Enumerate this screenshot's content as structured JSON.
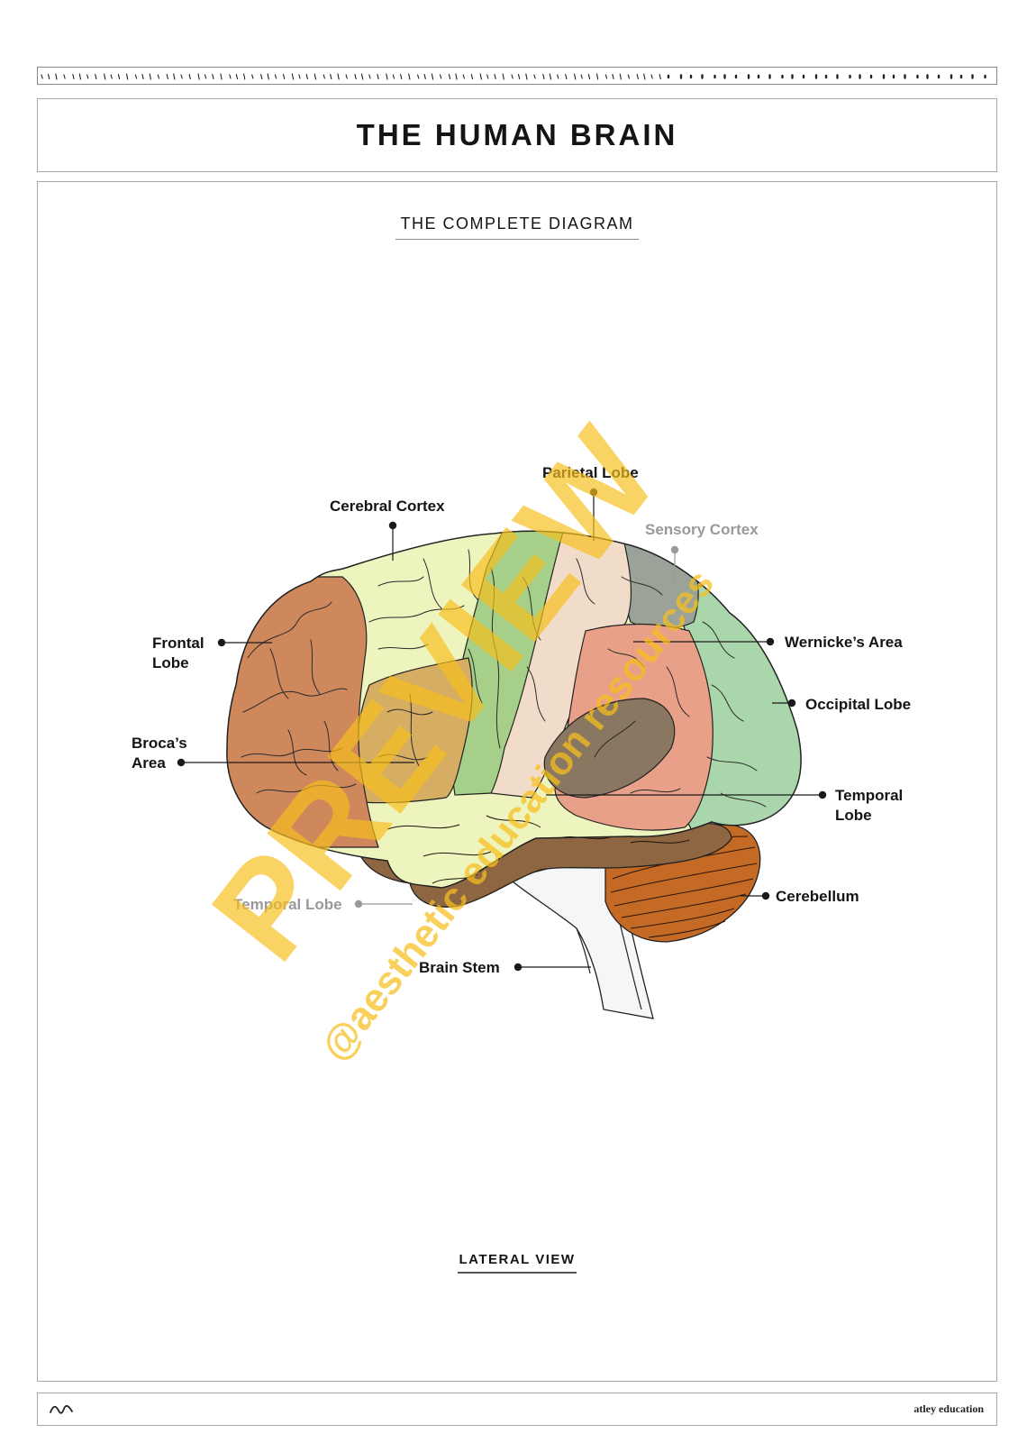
{
  "page": {
    "title": "THE HUMAN BRAIN",
    "subtitle": "THE COMPLETE DIAGRAM",
    "view_label": "LATERAL VIEW",
    "brand": "atley education"
  },
  "labels": {
    "parietal_lobe": "Parietal Lobe",
    "cerebral_cortex": "Cerebral Cortex",
    "sensory_cortex": "Sensory Cortex",
    "frontal_lobe_1": "Frontal",
    "frontal_lobe_2": "Lobe",
    "wernickes_area": "Wernicke’s Area",
    "occipital_lobe": "Occipital Lobe",
    "brocas_area_1": "Broca’s",
    "brocas_area_2": "Area",
    "temporal_lobe_right_1": "Temporal",
    "temporal_lobe_right_2": "Lobe",
    "temporal_lobe_left": "Temporal Lobe",
    "cerebellum": "Cerebellum",
    "brain_stem": "Brain Stem"
  },
  "watermark": {
    "main": "PREVIEW",
    "sub": "@aesthetic education resources"
  },
  "colors": {
    "frontal": "#cf885c",
    "cortex": "#eef4bd",
    "motor_strip": "#a6cf8a",
    "sensory_strip": "#f1dcc9",
    "sensory_cortex": "#9ba398",
    "wernicke": "#e9a088",
    "occipital": "#a9d7ab",
    "broca": "#d5ad63",
    "temporal": "#8f6642",
    "inner_fold": "#8a7761",
    "cerebellum": "#c46a25",
    "brain_stem": "#f4f6f8",
    "watermark": "#f8bf1d"
  }
}
